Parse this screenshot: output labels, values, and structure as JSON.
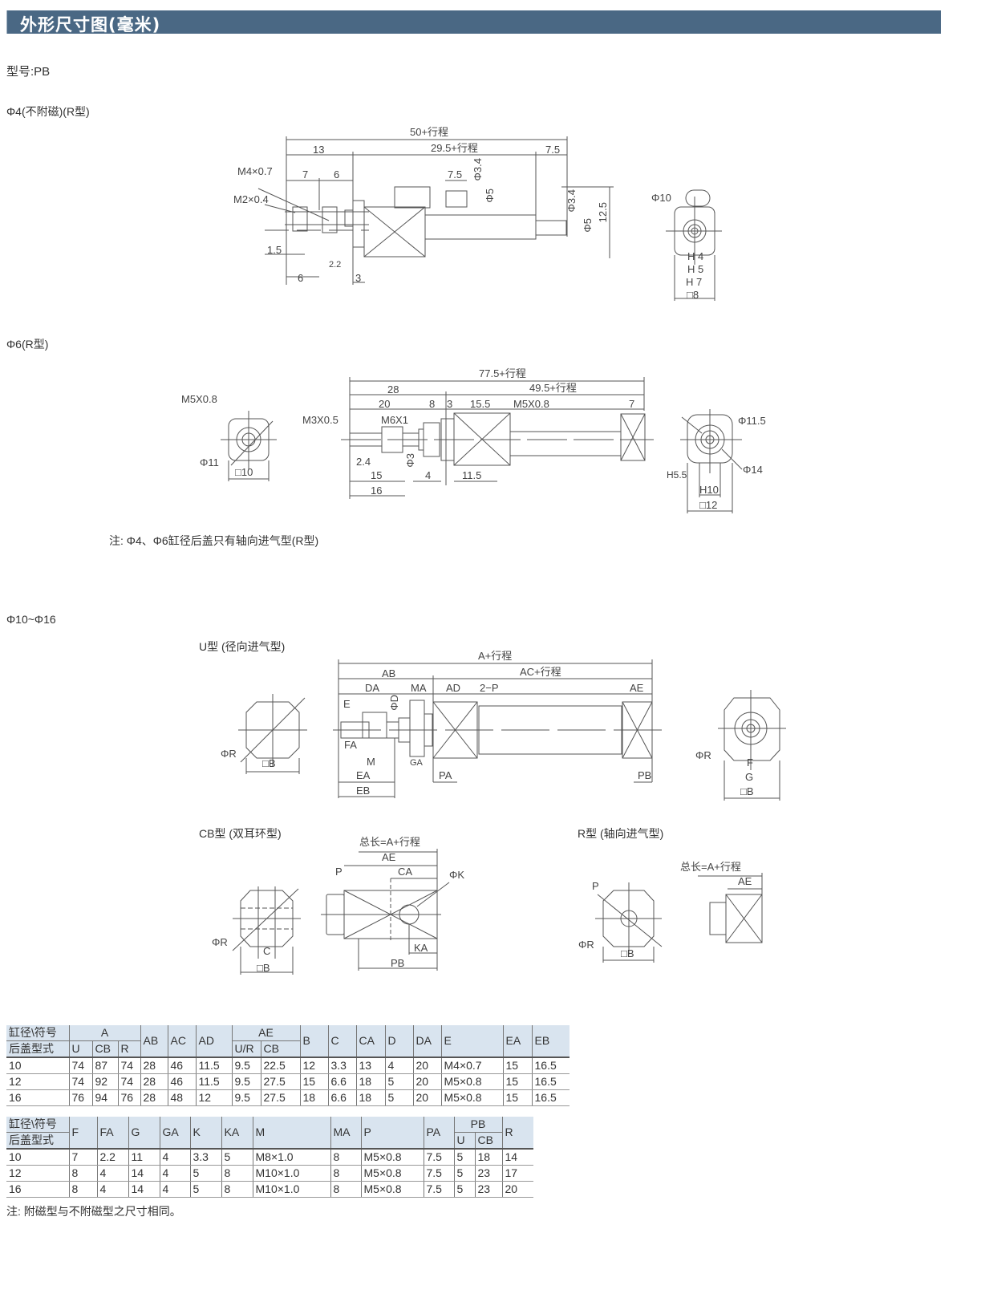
{
  "header": {
    "title": "外形尺寸图(毫米)"
  },
  "model": "型号:PB",
  "phi4": {
    "title": "Φ4(不附磁)(R型)",
    "dims": {
      "total": "50+行程",
      "d13": "13",
      "d29": "29.5+行程",
      "d75a": "7.5",
      "m4": "M4×0.7",
      "d7": "7",
      "d6": "6",
      "d75b": "7.5",
      "phi34a": "Φ3.4",
      "m2": "M2×0.4",
      "phi5a": "Φ5",
      "phi34b": "Φ3.4",
      "phi5b": "Φ5",
      "d125": "12.5",
      "d15": "1.5",
      "d22": "2.2",
      "d6b": "6",
      "d3": "3",
      "phi10": "Φ10",
      "h4": "H 4",
      "h5": "H 5",
      "h7": "H 7",
      "sq8": "□8"
    }
  },
  "phi6": {
    "title": "Φ6(R型)",
    "dims": {
      "m5l": "M5X0.8",
      "phi11": "Φ11",
      "sq10": "□10",
      "total": "77.5+行程",
      "d28": "28",
      "d495": "49.5+行程",
      "d20": "20",
      "d8": "8",
      "d3": "3",
      "d155": "15.5",
      "m5": "M5X0.8",
      "d7": "7",
      "m3": "M3X0.5",
      "m6": "M6X1",
      "d24": "2.4",
      "phi3": "Φ3",
      "d15": "15",
      "d4": "4",
      "d115": "11.5",
      "d16": "16",
      "phi115": "Φ11.5",
      "phi14": "Φ14",
      "h55": "H5.5",
      "h10": "H10",
      "sq12": "□12"
    }
  },
  "note1": "注: Φ4、Φ6缸径后盖只有轴向进气型(R型)",
  "phi10": {
    "title": "Φ10~Φ16",
    "u_type": {
      "title": "U型 (径向进气型)",
      "dims": {
        "phiR": "ΦR",
        "sqB": "□B",
        "A": "A+行程",
        "AB": "AB",
        "AC": "AC+行程",
        "DA": "DA",
        "MA": "MA",
        "AD": "AD",
        "P": "2−P",
        "AE": "AE",
        "E": "E",
        "phiD": "ΦD",
        "FA": "FA",
        "M": "M",
        "GA": "GA",
        "EA": "EA",
        "EB": "EB",
        "PA": "PA",
        "PB": "PB",
        "phiR2": "ΦR",
        "F": "F",
        "G": "G",
        "sqB2": "□B"
      }
    },
    "cb_type": {
      "title": "CB型 (双耳环型)",
      "dims": {
        "phiR": "ΦR",
        "C": "C",
        "sqB": "□B",
        "total": "总长=A+行程",
        "AE": "AE",
        "P": "P",
        "CA": "CA",
        "phiK": "ΦK",
        "KA": "KA",
        "PB": "PB"
      }
    },
    "r_type": {
      "title": "R型 (轴向进气型)",
      "dims": {
        "P": "P",
        "phiR": "ΦR",
        "sqB": "□B",
        "total": "总长=A+行程",
        "AE": "AE"
      }
    }
  },
  "table1": {
    "corner_top": "缸径\\符号",
    "corner_bottom": "后盖型式",
    "groups": {
      "A": "A",
      "AB": "AB",
      "AC": "AC",
      "AD": "AD",
      "AE": "AE",
      "B": "B",
      "C": "C",
      "CA": "CA",
      "D": "D",
      "DA": "DA",
      "E": "E",
      "EA": "EA",
      "EB": "EB"
    },
    "sub": {
      "U": "U",
      "CB": "CB",
      "R": "R",
      "UR": "U/R",
      "AECB": "CB"
    },
    "rows": [
      [
        "10",
        "74",
        "87",
        "74",
        "28",
        "46",
        "11.5",
        "9.5",
        "22.5",
        "12",
        "3.3",
        "13",
        "4",
        "20",
        "M4×0.7",
        "15",
        "16.5"
      ],
      [
        "12",
        "74",
        "92",
        "74",
        "28",
        "46",
        "11.5",
        "9.5",
        "27.5",
        "15",
        "6.6",
        "18",
        "5",
        "20",
        "M5×0.8",
        "15",
        "16.5"
      ],
      [
        "16",
        "76",
        "94",
        "76",
        "28",
        "48",
        "12",
        "9.5",
        "27.5",
        "18",
        "6.6",
        "18",
        "5",
        "20",
        "M5×0.8",
        "15",
        "16.5"
      ]
    ]
  },
  "table2": {
    "corner_top": "缸径\\符号",
    "corner_bottom": "后盖型式",
    "groups": {
      "F": "F",
      "FA": "FA",
      "G": "G",
      "GA": "GA",
      "K": "K",
      "KA": "KA",
      "M": "M",
      "MA": "MA",
      "P": "P",
      "PA": "PA",
      "PB": "PB",
      "R": "R"
    },
    "sub": {
      "U": "U",
      "CB": "CB"
    },
    "rows": [
      [
        "10",
        "7",
        "2.2",
        "11",
        "4",
        "3.3",
        "5",
        "M8×1.0",
        "8",
        "M5×0.8",
        "7.5",
        "5",
        "18",
        "14"
      ],
      [
        "12",
        "8",
        "4",
        "14",
        "4",
        "5",
        "8",
        "M10×1.0",
        "8",
        "M5×0.8",
        "7.5",
        "5",
        "23",
        "17"
      ],
      [
        "16",
        "8",
        "4",
        "14",
        "4",
        "5",
        "8",
        "M10×1.0",
        "8",
        "M5×0.8",
        "7.5",
        "5",
        "23",
        "20"
      ]
    ]
  },
  "note2": "注: 附磁型与不附磁型之尺寸相同。"
}
